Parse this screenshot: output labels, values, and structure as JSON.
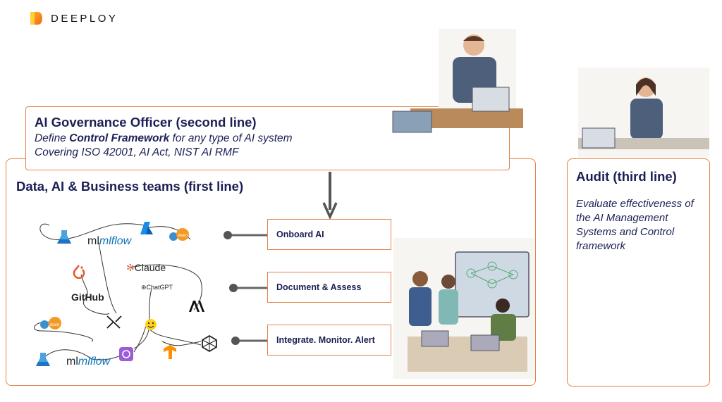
{
  "brand": {
    "name": "DEEPLOY"
  },
  "governance": {
    "title": "AI Governance Officer (second line)",
    "line1_prefix": "Define ",
    "line1_bold": "Control Framework",
    "line1_suffix": " for any type of AI system",
    "line2": "Covering ISO 42001, AI Act, NIST AI RMF"
  },
  "first_line": {
    "title": "Data, AI & Business teams (first line)",
    "actions": [
      "Onboard AI",
      "Document & Assess",
      "Integrate. Monitor. Alert"
    ],
    "tools": {
      "mlflow": "mlflow",
      "learn": "learn",
      "claude": "Claude",
      "github": "GitHub",
      "chatgpt": "ChatGPT"
    }
  },
  "audit": {
    "title": "Audit (third line)",
    "description": "Evaluate effectiveness of the AI Management Systems and Control framework"
  },
  "colors": {
    "accent": "#e6824a",
    "navy": "#1b1f55"
  }
}
